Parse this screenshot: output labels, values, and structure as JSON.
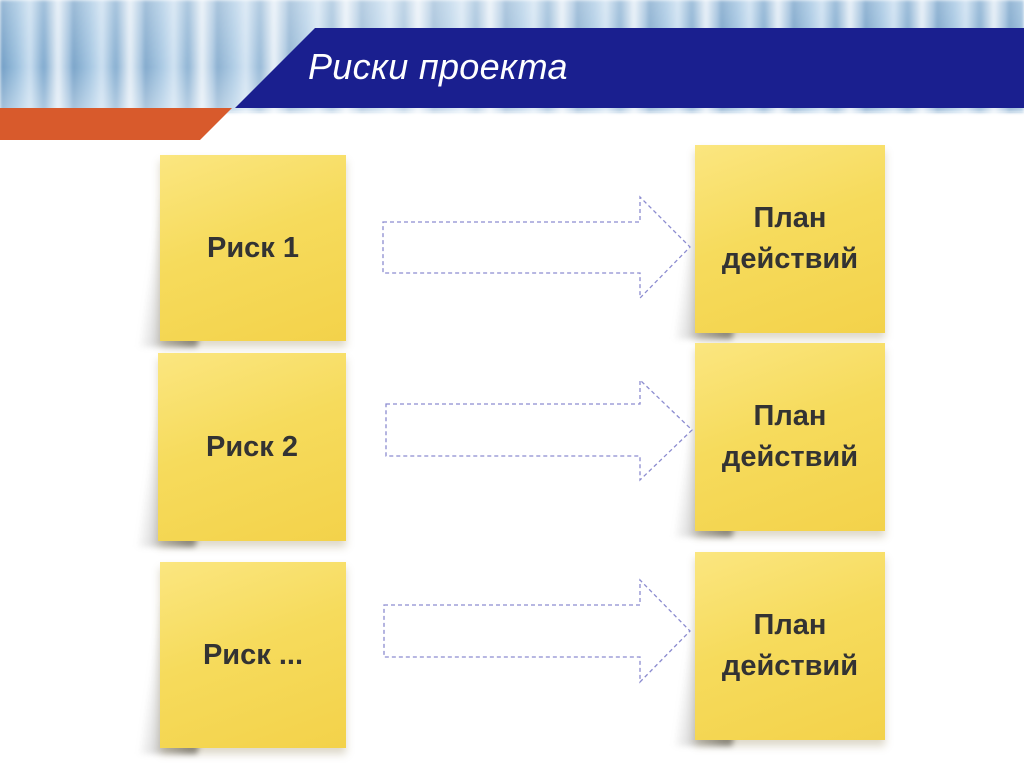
{
  "slide": {
    "title": "Риски проекта"
  },
  "risks": [
    {
      "label": "Риск 1"
    },
    {
      "label": "Риск 2"
    },
    {
      "label": "Риск ..."
    }
  ],
  "plans": [
    {
      "line1": "План",
      "line2": "действий"
    },
    {
      "line1": "План",
      "line2": "действий"
    },
    {
      "line1": "План",
      "line2": "действий"
    }
  ],
  "colors": {
    "header_blue": "#1a1f8f",
    "accent_orange": "#d85a2c",
    "note_yellow": "#f6db5c",
    "arrow_outline": "#8c8cd0"
  }
}
